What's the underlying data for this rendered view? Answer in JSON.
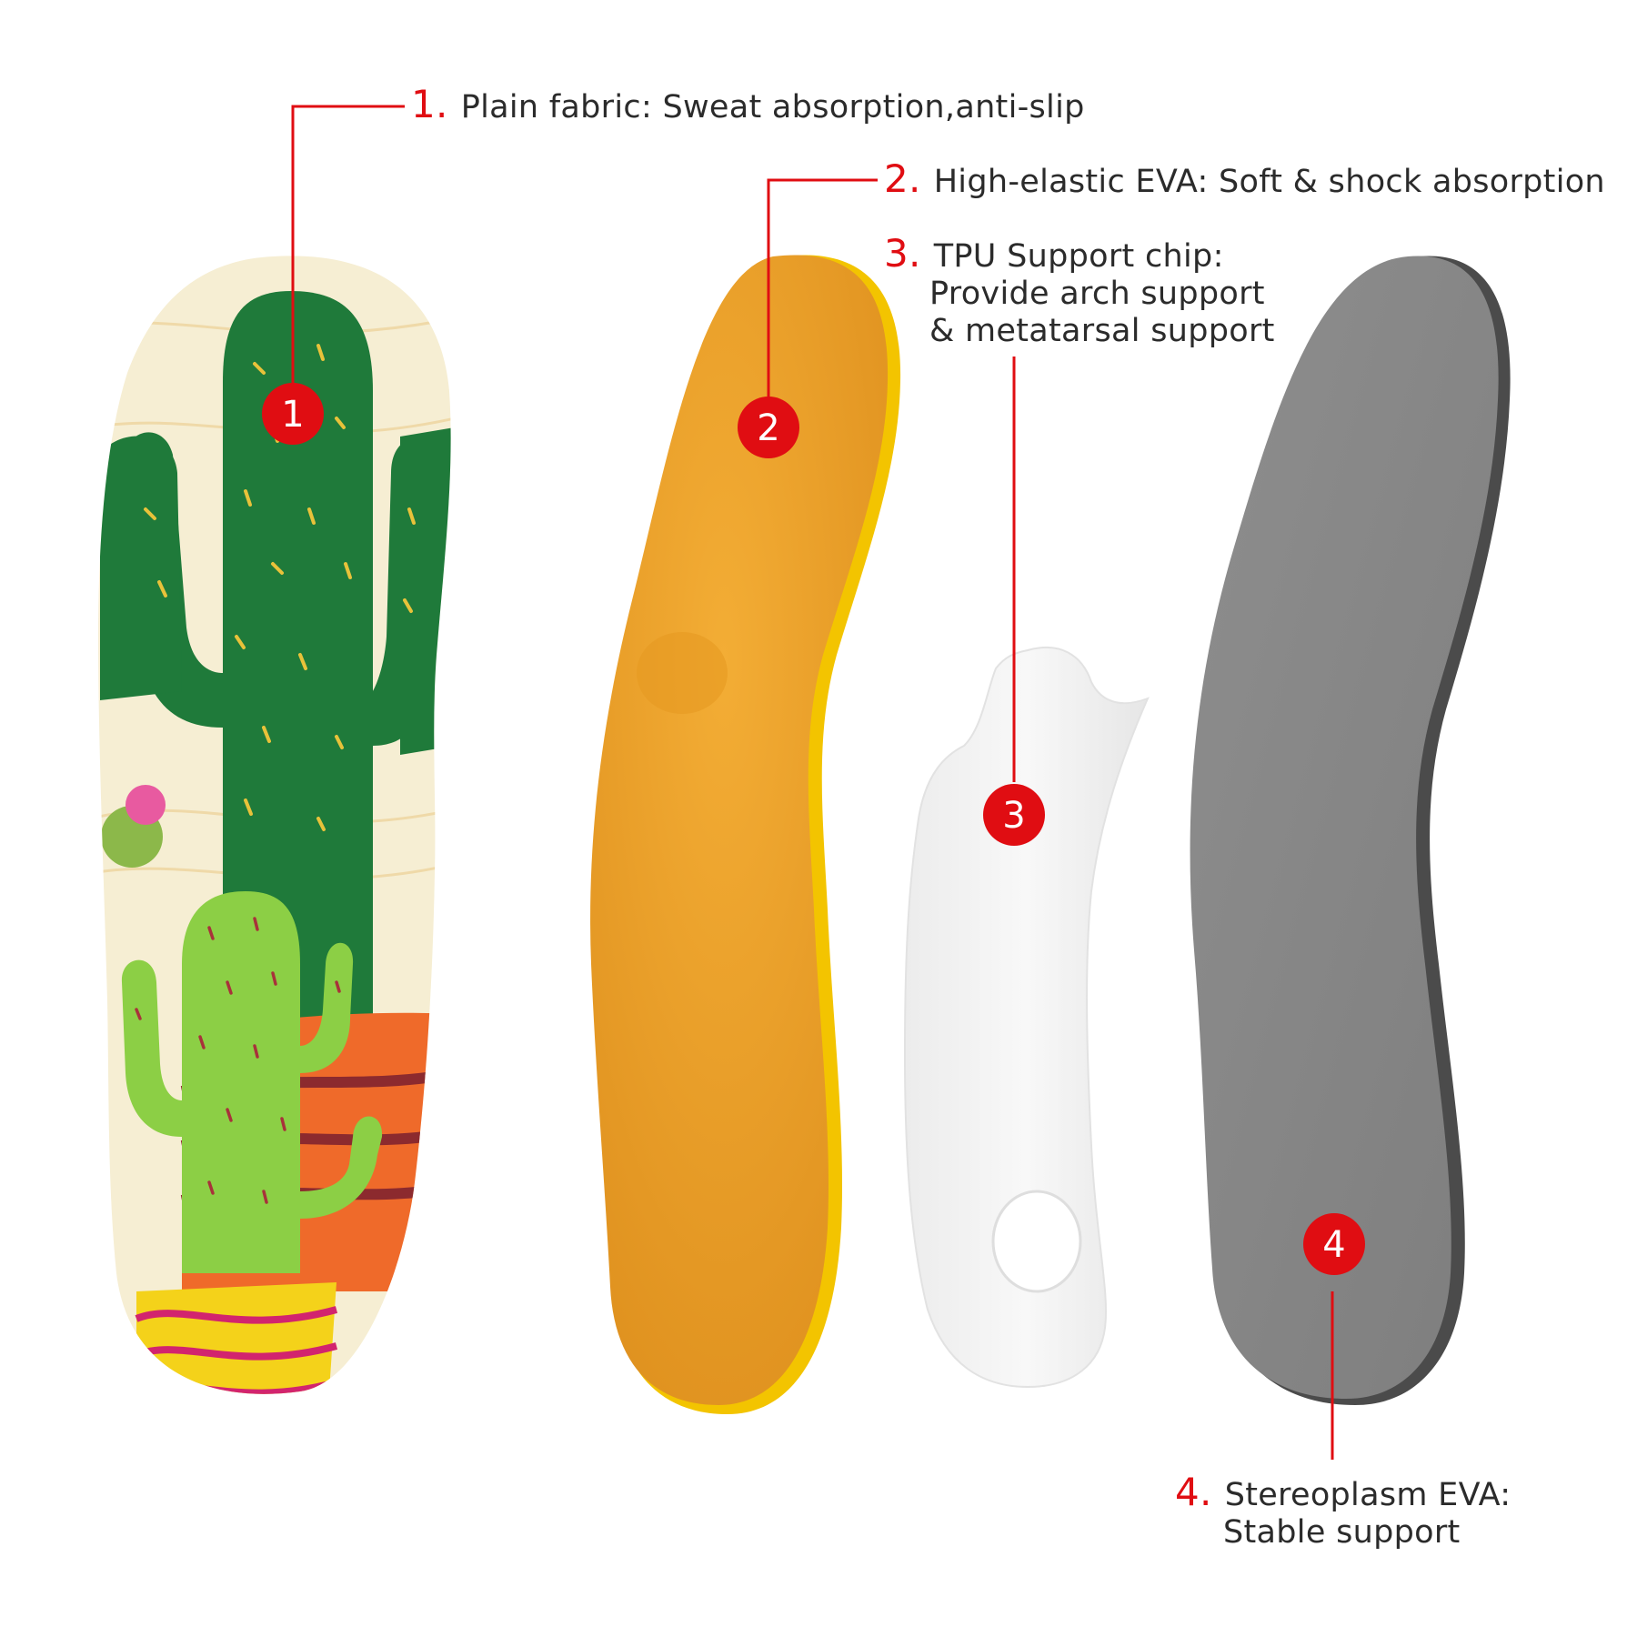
{
  "layers": [
    {
      "number": "1.",
      "badge": "1",
      "name": "Plain fabric: Sweat absorption,anti-slip",
      "detail": ""
    },
    {
      "number": "2.",
      "badge": "2",
      "name": "High-elastic EVA: Soft & shock absorption",
      "detail": ""
    },
    {
      "number": "3.",
      "badge": "3",
      "name": "TPU Support chip:",
      "detail": "Provide arch support",
      "detail2": "& metatarsal support"
    },
    {
      "number": "4.",
      "badge": "4",
      "name": "Stereoplasm EVA:",
      "detail": "Stable support"
    }
  ],
  "colors": {
    "accent_red": "#e00d12",
    "fabric_cream": "#f6eed3",
    "cactus_green": "#1f7a3a",
    "cactus_light_green": "#8ccf45",
    "pot_orange": "#ef6a2a",
    "eva_orange": "#f0a329",
    "tpu_white": "#f3f3f3",
    "stereo_grey": "#8a8a8a"
  }
}
